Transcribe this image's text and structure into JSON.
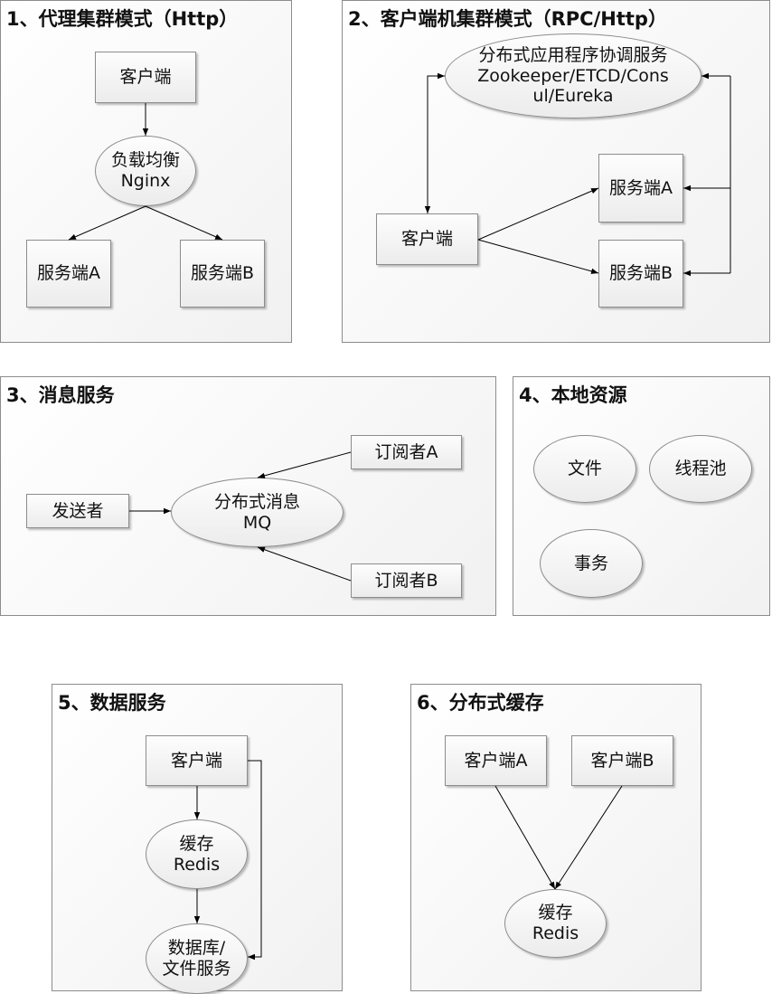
{
  "panels": {
    "p1": {
      "title": "1、代理集群模式（Http）",
      "client": "客户端",
      "lb_line1": "负载均衡",
      "lb_line2": "Nginx",
      "server_a": "服务端A",
      "server_b": "服务端B"
    },
    "p2": {
      "title": "2、客户端机集群模式（RPC/Http）",
      "coord_line1": "分布式应用程序协调服务",
      "coord_line2": "Zookeeper/ETCD/Cons",
      "coord_line3": "ul/Eureka",
      "client": "客户端",
      "server_a": "服务端A",
      "server_b": "服务端B"
    },
    "p3": {
      "title": "3、消息服务",
      "sender": "发送者",
      "mq_line1": "分布式消息",
      "mq_line2": "MQ",
      "subscriber_a": "订阅者A",
      "subscriber_b": "订阅者B"
    },
    "p4": {
      "title": "4、本地资源",
      "file": "文件",
      "thread_pool": "线程池",
      "transaction": "事务"
    },
    "p5": {
      "title": "5、数据服务",
      "client": "客户端",
      "cache_line1": "缓存",
      "cache_line2": "Redis",
      "db_line1": "数据库/",
      "db_line2": "文件服务"
    },
    "p6": {
      "title": "6、分布式缓存",
      "client_a": "客户端A",
      "client_b": "客户端B",
      "cache_line1": "缓存",
      "cache_line2": "Redis"
    }
  }
}
